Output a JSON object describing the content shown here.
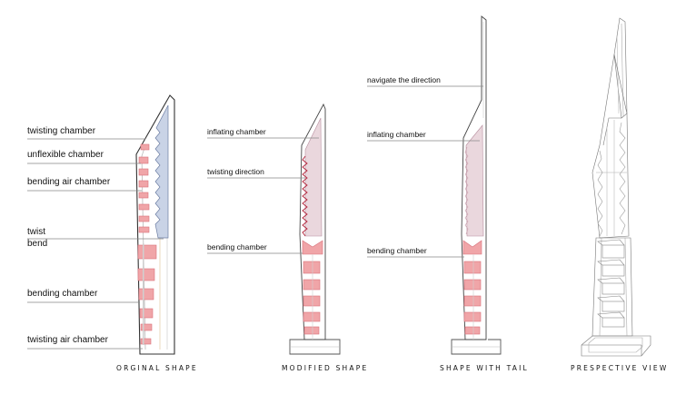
{
  "figures": [
    {
      "caption": "ORGINAL SHAPE",
      "labels": [
        "twisting chamber",
        "unflexible chamber",
        "bending air chamber",
        "twist",
        "bend",
        "bending chamber",
        "twisting air chamber"
      ]
    },
    {
      "caption": "MODIFIED SHAPE",
      "labels": [
        "inflating chamber",
        "twisting direction",
        "bending chamber"
      ]
    },
    {
      "caption": "SHAPE WITH TAIL",
      "labels": [
        "navigate the direction",
        "inflating chamber",
        "bending chamber"
      ]
    },
    {
      "caption": "PRESPECTIVE VIEW",
      "labels": []
    }
  ],
  "colors": {
    "bending_chamber_fill": "#f0a5a8",
    "bending_chamber_stroke": "#d9707a",
    "twisting_chamber_fill": "#c9d3e6",
    "inflating_chamber_fill": "#ead7dd",
    "twisting_direction_line": "#b3243a",
    "outline": "#333333",
    "leader_line": "#888888"
  }
}
